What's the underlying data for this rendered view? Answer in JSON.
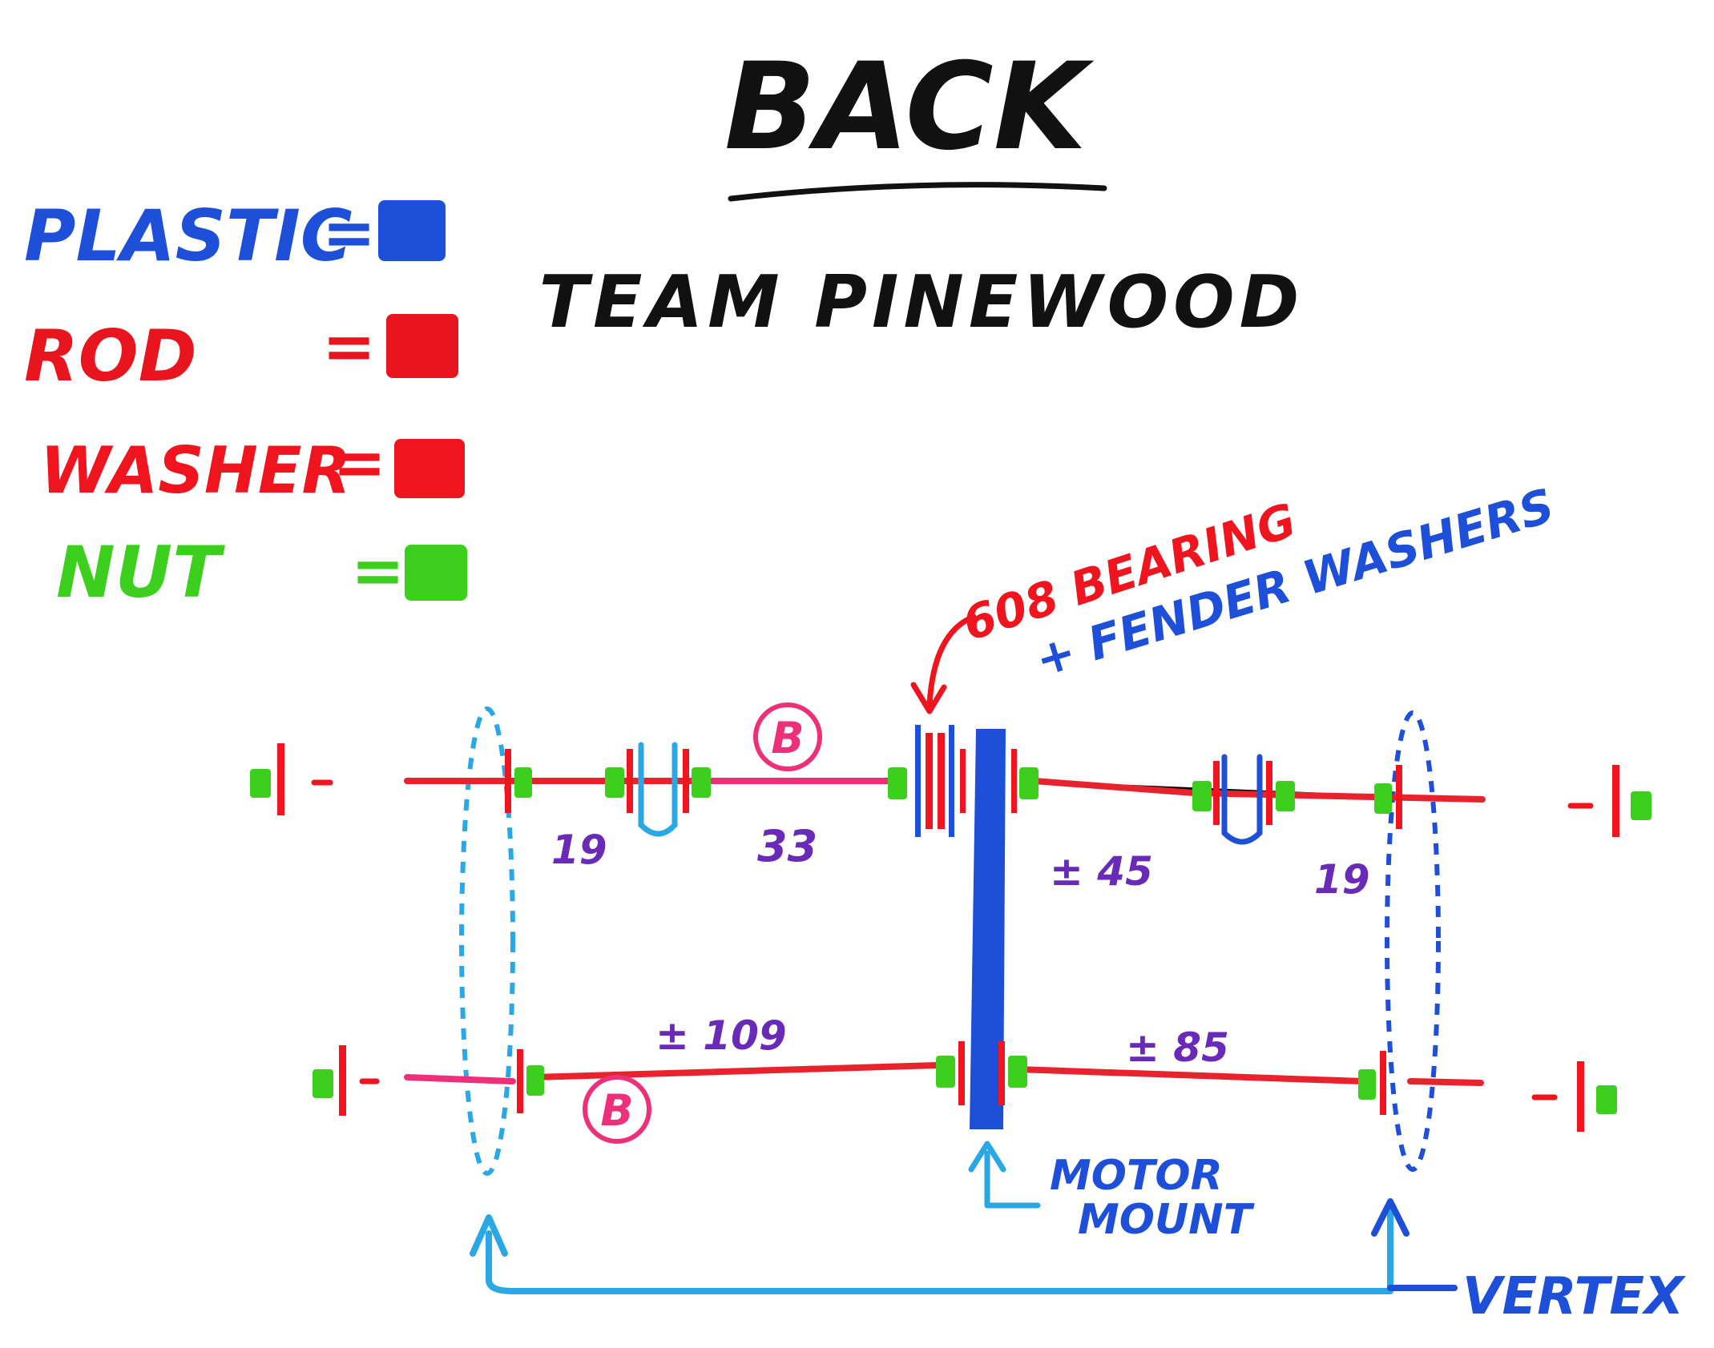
{
  "title": "BACK",
  "subtitle": "TEAM PINEWOOD",
  "legend": [
    {
      "label": "PLASTIC",
      "color": "#1e4fd8"
    },
    {
      "label": "ROD",
      "color": "#e8141e"
    },
    {
      "label": "WASHER",
      "color": "#f0141e"
    },
    {
      "label": "NUT",
      "color": "#3ccf1e"
    }
  ],
  "legend_equals": "=",
  "callouts": {
    "bearing": "608 BEARING",
    "fender": "+ FENDER WASHERS",
    "motor_line1": "MOTOR",
    "motor_line2": "MOUNT",
    "vertex": "VERTEX"
  },
  "badges": {
    "top": "B",
    "bottom": "B"
  },
  "measurements": {
    "top_left": "19",
    "top_mid": "33",
    "top_right_mid": "± 45",
    "top_right": "19",
    "bottom_left": "± 109",
    "bottom_right": "± 85"
  },
  "colors": {
    "ink": "#111111",
    "rod": "#e8232d",
    "rod_pink": "#ee2f7a",
    "plastic": "#1e4fd8",
    "plastic_light": "#2aa8e6",
    "washer": "#f0141e",
    "nut": "#3ccf1e",
    "measure": "#6a2ab8"
  }
}
